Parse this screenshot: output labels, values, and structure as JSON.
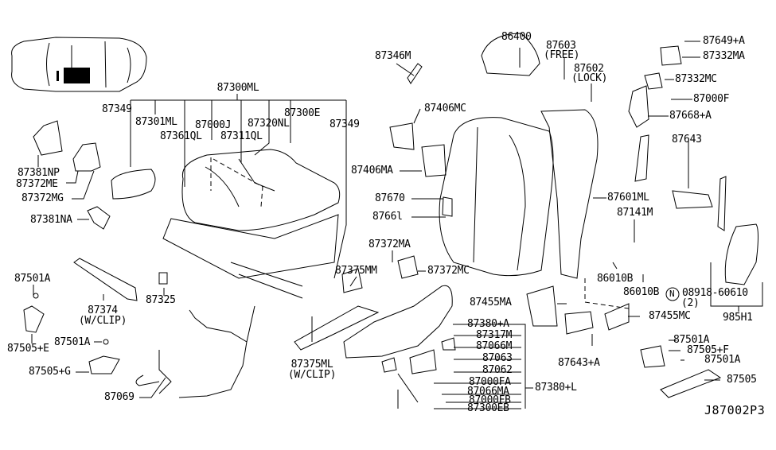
{
  "diagram": {
    "id": "J87002P3",
    "type": "exploded parts diagram - front seat",
    "locator_car": {
      "highlighted_zone": "front seat"
    },
    "labels": {
      "p87300ML": "87300ML",
      "p87349a": "87349",
      "p87349b": "87349",
      "p87301ML": "87301ML",
      "p87000J": "87000J",
      "p87320NL": "87320NL",
      "p87300E": "87300E",
      "p87361QL": "87361QL",
      "p87311QL": "87311QL",
      "p87381NP": "87381NP",
      "p87372ME": "87372ME",
      "p87372MG": "87372MG",
      "p87381NA": "87381NA",
      "p87501A_1": "87501A",
      "p87374": "87374",
      "p87374_note": "(W/CLIP)",
      "p87325": "87325",
      "p87505E": "87505+E",
      "p87501A_2": "87501A",
      "p87505G": "87505+G",
      "p87069": "87069",
      "p87346M": "87346M",
      "p87406MC": "87406MC",
      "p87406MA": "87406MA",
      "p87670": "87670",
      "p87661": "8766l",
      "p87372MA": "87372MA",
      "p87375MM": "87375MM",
      "p87372MC": "87372MC",
      "p87375ML": "87375ML",
      "p87375ML_note": "(W/CLIP)",
      "p86400": "86400",
      "p87603": "87603",
      "p87603_note": "(FREE)",
      "p87602": "87602",
      "p87602_note": "(LOCK)",
      "p87649A": "87649+A",
      "p87332MA": "87332MA",
      "p87332MC": "87332MC",
      "p87000F": "87000F",
      "p87668A": "87668+A",
      "p87643": "87643",
      "p87601ML": "87601ML",
      "p87141M": "87141M",
      "p86010B_1": "86010B",
      "p86010B_2": "86010B",
      "p08918": "08918-60610",
      "p08918_qty": "(2)",
      "p08918_prefix": "N",
      "p985H1": "985H1",
      "p87455MA": "87455MA",
      "p87455MC": "87455MC",
      "p87380A": "87380+A",
      "p87317M": "87317M",
      "p87066M": "87066M",
      "p87063": "87063",
      "p87062": "87062",
      "p87000FA": "87000FA",
      "p87066MA": "87066MA",
      "p87000FB": "87000FB",
      "p87300EB": "87300EB",
      "p87380L": "87380+L",
      "p87643A": "87643+A",
      "p87501A_3": "87501A",
      "p87505F": "87505+F",
      "p87501A_4": "87501A",
      "p87505": "87505"
    }
  }
}
